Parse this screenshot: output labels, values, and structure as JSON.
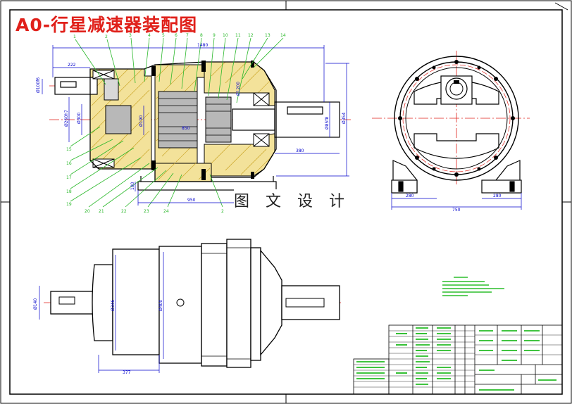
{
  "drawing": {
    "title": "A0-行星减速器装配图",
    "watermark": "图 文 设 计"
  },
  "dimensions": {
    "top_length": "1480",
    "left_offset": "222",
    "left_shaft_dia": "Ø100f6",
    "housing_dia": "Ø260h7",
    "mid_dia": "Ø300",
    "inner_dia": "Ø190",
    "output_dia": "Ø85f8",
    "right_height": "Ø354",
    "bearing_dia": "Ø1200",
    "small_h": "100",
    "output_len": "380",
    "foot_len": "950",
    "right_span": "850",
    "side_left_w": "280",
    "side_right_w": "280",
    "side_total_w": "750",
    "bottom_dia_1": "Ø140",
    "bottom_dia_2": "Ø346",
    "bottom_dia_3": "Ø400",
    "bottom_len": "377"
  },
  "part_numbers_top": [
    "1",
    "2",
    "3",
    "4",
    "5",
    "6",
    "7",
    "8",
    "9",
    "10",
    "11",
    "12",
    "13",
    "14"
  ],
  "part_numbers_left": [
    "15",
    "16",
    "17",
    "18",
    "19"
  ],
  "part_numbers_bottom": [
    "20",
    "21",
    "22",
    "23",
    "24",
    "2"
  ],
  "colors": {
    "outline": "#000000",
    "hatch": "#c8a020",
    "leader": "#2ab82a",
    "centerline": "#e0201a",
    "dim": "#0000cc",
    "fill_gear": "#b8b8b8",
    "title": "#e0201a",
    "table": "#00b000"
  }
}
